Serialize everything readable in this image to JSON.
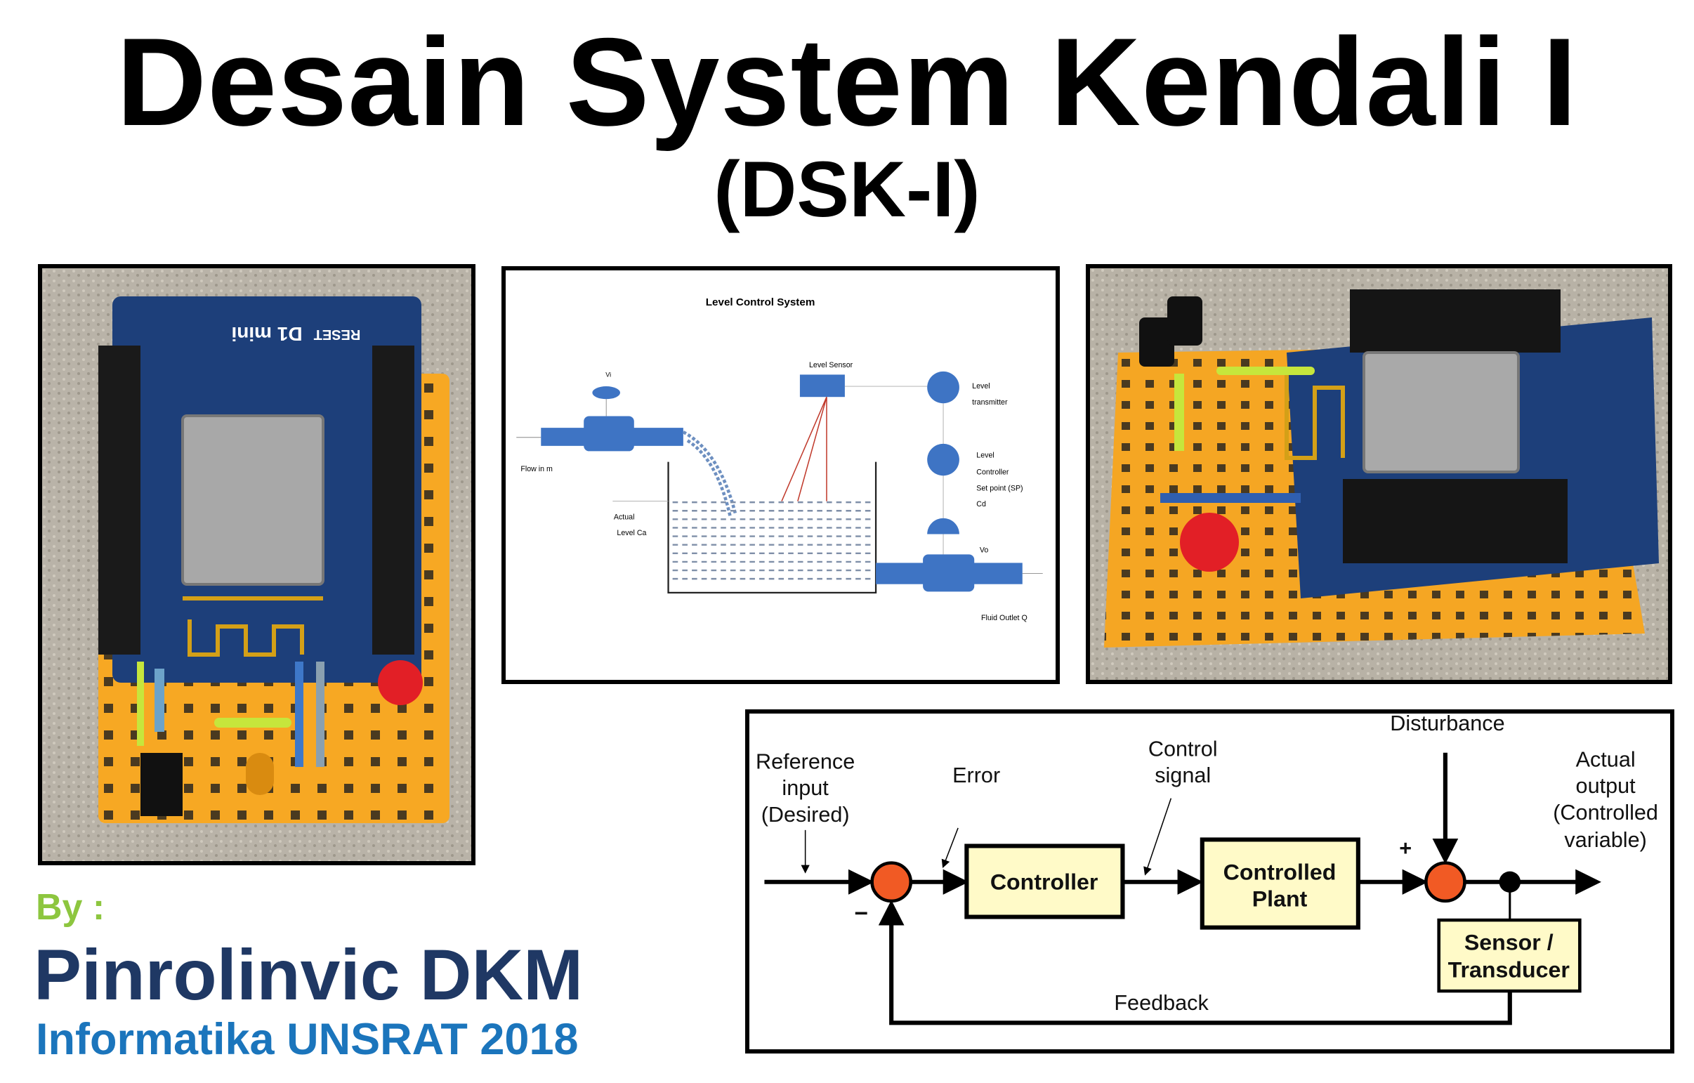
{
  "slide": {
    "title": "Desain System Kendali I",
    "subtitle": "(DSK-I)",
    "by_label": "By :",
    "author": "Pinrolinvic DKM",
    "affiliation": "Informatika UNSRAT 2018"
  },
  "photo_left": {
    "description_icon": "wemos-d1-mini-breadboard-photo",
    "board_label": "D1 mini",
    "reset_label": "RESET"
  },
  "photo_right": {
    "description_icon": "wemos-d1-mini-breadboard-photo-angled"
  },
  "level_diagram": {
    "title": "Level Control System",
    "vi": "Vi",
    "flow_in": "Flow in m",
    "level_sensor": "Level Sensor",
    "transmitter": [
      "Level",
      "transmitter"
    ],
    "controller": [
      "Level",
      "Controller",
      "Set point (SP)",
      "Cd"
    ],
    "vo": "Vo",
    "actual_level": [
      "Actual",
      "Level Ca"
    ],
    "fluid_outlet": "Fluid Outlet Q"
  },
  "block_diagram": {
    "reference": [
      "Reference",
      "input",
      "(Desired)"
    ],
    "error": "Error",
    "controller": "Controller",
    "control_signal": [
      "Control",
      "signal"
    ],
    "plant": [
      "Controlled",
      "Plant"
    ],
    "disturbance": "Disturbance",
    "plus": "+",
    "minus": "−",
    "output": [
      "Actual",
      "output",
      "(Controlled",
      "variable)"
    ],
    "sensor": [
      "Sensor /",
      "Transducer"
    ],
    "feedback": "Feedback",
    "colors": {
      "junction": "#f15a24",
      "box_fill": "#fffac8"
    }
  }
}
